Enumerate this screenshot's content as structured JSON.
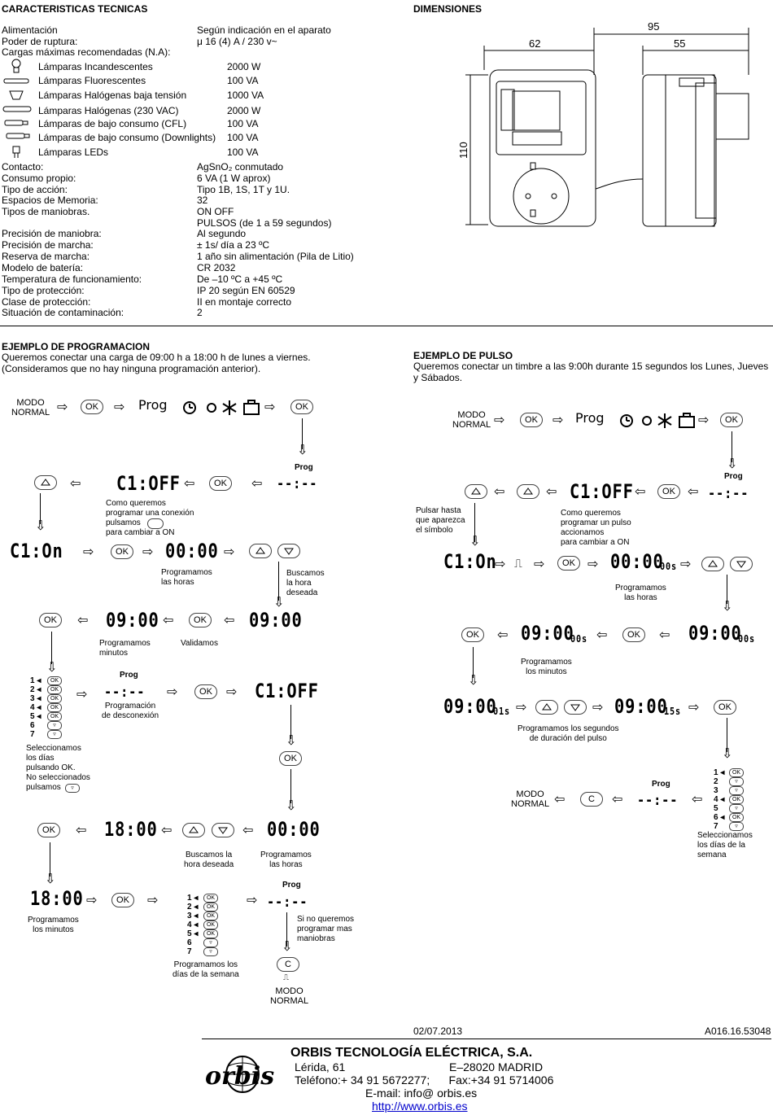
{
  "left_header": "CARACTERISTICAS TECNICAS",
  "right_header": "DIMENSIONES",
  "specs_top": [
    {
      "label": "Alimentación",
      "value": "Según indicación en el aparato"
    },
    {
      "label": "Poder de ruptura:",
      "value": "μ 16 (4) A / 230 v~"
    },
    {
      "label": "Cargas máximas recomendadas (N.A):",
      "value": ""
    }
  ],
  "loads": [
    {
      "label": "Lámparas Incandescentes",
      "value": "2000 W"
    },
    {
      "label": "Lámparas Fluorescentes",
      "value": "100 VA"
    },
    {
      "label": "Lámparas Halógenas baja tensión",
      "value": "1000 VA"
    },
    {
      "label": "Lámparas Halógenas (230 VAC)",
      "value": "2000 W"
    },
    {
      "label": "Lámparas de bajo consumo (CFL)",
      "value": "100 VA"
    },
    {
      "label": "Lámparas de bajo consumo (Downlights)",
      "value": "100 VA"
    },
    {
      "label": "Lámparas LEDs",
      "value": "100 VA"
    }
  ],
  "specs_bottom": [
    {
      "label": "Contacto:",
      "value": "AgSnO₂ conmutado"
    },
    {
      "label": "Consumo propio:",
      "value": "6 VA (1 W aprox)"
    },
    {
      "label": "Tipo de acción:",
      "value": "Tipo 1B, 1S, 1T y 1U."
    },
    {
      "label": "Espacios de Memoria:",
      "value": "32"
    },
    {
      "label": "Tipos de maniobras.",
      "value": "ON OFF"
    },
    {
      "label": "",
      "value": "PULSOS (de 1 a 59 segundos)"
    },
    {
      "label": "Precisión de maniobra:",
      "value": "Al segundo"
    },
    {
      "label": "Precisión de marcha:",
      "value": "±  1s/ día a 23 ºC"
    },
    {
      "label": "Reserva de marcha:",
      "value": "1 año sin alimentación (Pila de Litio)"
    },
    {
      "label": "Modelo de batería:",
      "value": "CR 2032"
    },
    {
      "label": "Temperatura de funcionamiento:",
      "value": "De –10 ºC a +45 ºC"
    },
    {
      "label": "Tipo de protección:",
      "value": "IP 20 según EN 60529"
    },
    {
      "label": "Clase de protección:",
      "value": "II en montaje correcto"
    },
    {
      "label": "Situación de contaminación:",
      "value": "2"
    }
  ],
  "dims": {
    "w95": "95",
    "w62": "62",
    "w55": "55",
    "h110": "110"
  },
  "prog_example": {
    "title": "EJEMPLO DE PROGRAMACION",
    "line1": "Queremos conectar una carga de 09:00 h a  18:00 h de lunes a viernes.",
    "line2": "(Consideramos que no hay ninguna programación anterior)."
  },
  "pulse_example": {
    "title": "EJEMPLO DE PULSO",
    "line1": "Queremos conectar un timbre a las 9:00h durante 15 segundos los Lunes, Jueves",
    "line2": "y Sábados."
  },
  "ui": {
    "modo_normal": "MODO\nNORMAL",
    "ok": "OK",
    "prog": "Prog",
    "c": "C",
    "c1_off": "C1:OFF",
    "c1_on": "C1:On",
    "dashes": "--:--",
    "t0000": "00:00",
    "t0900": "09:00",
    "t1800": "18:00",
    "s00": "00s",
    "s01": "01s",
    "s15": "15s"
  },
  "notes": {
    "n_conexion": "Como queremos\nprogramar una conexión\npulsamos\npara cambiar a ON",
    "n_horas": "Programamos\nlas horas",
    "n_buscamos": "Buscamos\nla hora\ndeseada",
    "n_minutos": "Programamos\nminutos",
    "n_validamos": "Validamos",
    "n_desconexion": "Programación\nde desconexión",
    "n_dias": "Seleccionamos\nlos días\npulsando OK.\nNo seleccionados\npulsamos",
    "n_buscamos2": "Buscamos la\nhora deseada",
    "n_horas2": "Programamos\nlas horas",
    "n_minutos2": "Programamos\nlos minutos",
    "n_dias_semana": "Programamos los\ndías de la semana",
    "n_si_no": "Si no queremos\nprogramar mas\nmaniobras",
    "n_pulsar": "Pulsar hasta\nque aparezca\nel símbolo",
    "n_pulso": "Como queremos\nprogramar un pulso\naccionamos\npara cambiar a ON",
    "n_horas3": "Programamos\nlas horas",
    "n_minutos3": "Programamos\nlos minutos",
    "n_segundos": "Programamos los segundos\nde duración del pulso",
    "n_dias3": "Seleccionamos\nlos días de la\nsemana"
  },
  "days": [
    "1",
    "2",
    "3",
    "4",
    "5",
    "6",
    "7"
  ],
  "footer": {
    "date": "02/07.2013",
    "code": "A016.16.53048",
    "company": "ORBIS TECNOLOGÍA ELÉCTRICA, S.A.",
    "addr1": "Lérida, 61",
    "addr2": "E–28020  MADRID",
    "phone": "Teléfono:+ 34 91 5672277;      Fax:+34 91 5714006",
    "email": "E-mail: info@ orbis.es",
    "web": "http://www.orbis.es",
    "logo": "orbis"
  }
}
